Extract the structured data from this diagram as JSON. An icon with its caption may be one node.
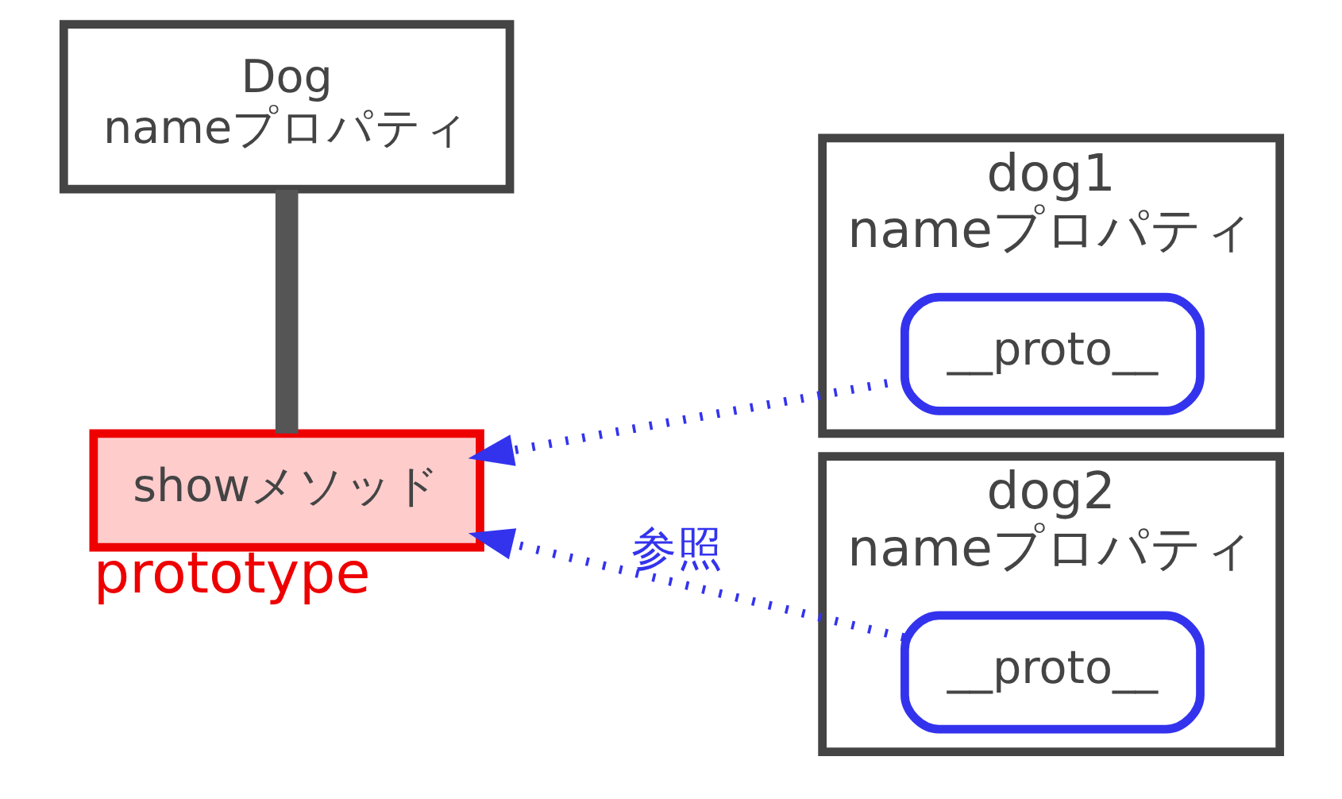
{
  "diagram": {
    "nodes": [
      {
        "text": [
          "Dog",
          "nameプロパティ"
        ]
      },
      {
        "text": [
          "showメソッド"
        ],
        "beside": [
          "prototype"
        ]
      },
      {
        "text": [
          "dog1",
          "nameプロパティ"
        ]
      },
      {
        "text": [
          "__proto__"
        ],
        "in": 2
      },
      {
        "text": [
          "dog2",
          "nameプロパティ"
        ]
      },
      {
        "text": [
          "__proto__"
        ],
        "in": 4
      }
    ],
    "edges": [
      {
        "from": 0,
        "to": 1,
        "arrow": "none",
        "style": "thick",
        "color": "#555555"
      },
      {
        "from": 3,
        "to": 1,
        "arrow": "to",
        "style": "dashed",
        "color": "#3333ee"
      },
      {
        "from": 5,
        "to": 1,
        "arrow": "to",
        "style": "dashed",
        "color": "#3333ee",
        "label": "参照"
      }
    ]
  }
}
